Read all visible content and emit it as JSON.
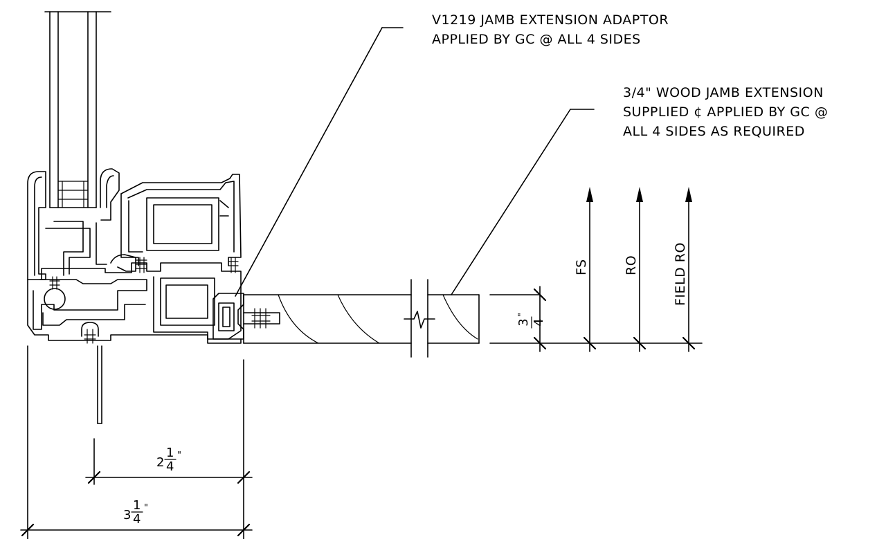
{
  "callouts": {
    "adaptor_line1": "V1219 JAMB EXTENSION ADAPTOR",
    "adaptor_line2": "APPLIED BY GC @ ALL 4 SIDES",
    "wood_line1": "3/4\" WOOD JAMB EXTENSION",
    "wood_line2": "SUPPLIED ¢ APPLIED BY GC @",
    "wood_line3": "ALL 4 SIDES AS REQUIRED"
  },
  "vertical_labels": {
    "fs": "FS",
    "ro": "RO",
    "field_ro": "FIELD RO"
  },
  "dimensions": {
    "three_quarter": {
      "whole": "",
      "num": "3",
      "den": "4",
      "inch": "\""
    },
    "two_quarter": {
      "whole": "2",
      "num": "1",
      "den": "4",
      "inch": "\""
    },
    "three_and_quarter": {
      "whole": "3",
      "num": "1",
      "den": "4",
      "inch": "\""
    }
  }
}
